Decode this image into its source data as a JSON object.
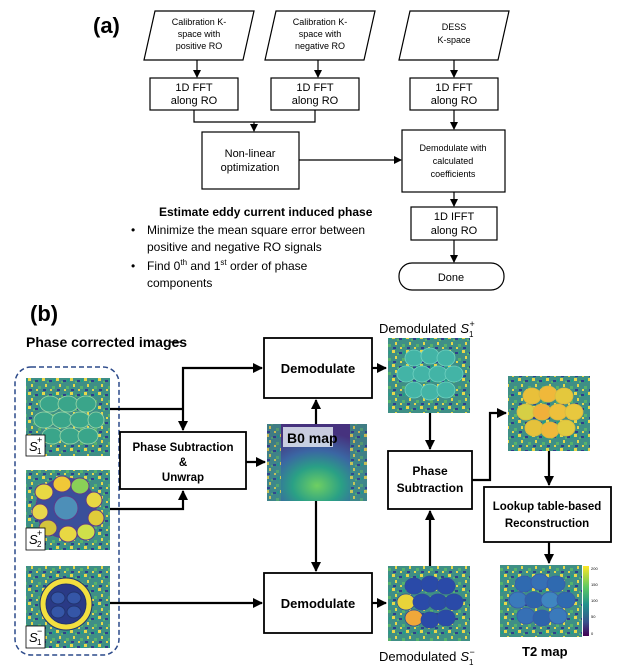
{
  "panel_a": {
    "label": "(a)",
    "calib_pos": [
      "Calibration K-",
      "space with",
      "positive RO"
    ],
    "calib_neg": [
      "Calibration K-",
      "space with",
      "negative RO"
    ],
    "dess": [
      "DESS",
      "K-space"
    ],
    "fft_pos": [
      "1D FFT",
      "along RO"
    ],
    "fft_neg": [
      "1D FFT",
      "along RO"
    ],
    "fft_dess": [
      "1D FFT",
      "along RO"
    ],
    "nonlinear": [
      "Non-linear",
      "optimization"
    ],
    "demod_coeff": [
      "Demodulate with",
      "calculated",
      "coefficients"
    ],
    "ifft": [
      "1D IFFT",
      "along RO"
    ],
    "done": "Done",
    "estimate_title": "Estimate eddy current induced phase",
    "bullet1": [
      "Minimize the mean square error between",
      "positive and negative RO signals"
    ],
    "bullet2_pre": "Find 0",
    "bullet2_sup1": "th",
    "bullet2_mid": " and 1",
    "bullet2_sup2": "st",
    "bullet2_post": " order of phase",
    "bullet2_line2": "components"
  },
  "panel_b": {
    "label": "(b)",
    "phase_corrected": "Phase corrected images",
    "s1p": "S",
    "demodulate_top": "Demodulate",
    "demodulate_bottom": "Demodulate",
    "phase_subtraction_unwrap": [
      "Phase Subtraction",
      "&",
      "Unwrap"
    ],
    "b0_map": "B0 map",
    "demod_s1p_label": "Demodulated",
    "demod_s1m_label": "Demodulated",
    "phase_subtraction": [
      "Phase",
      "Subtraction"
    ],
    "lookup": [
      "Lookup table-based",
      "Reconstruction"
    ],
    "t2_map": "T2 map",
    "colorbar_ticks": [
      "200",
      "150",
      "100",
      "50",
      "0"
    ]
  }
}
